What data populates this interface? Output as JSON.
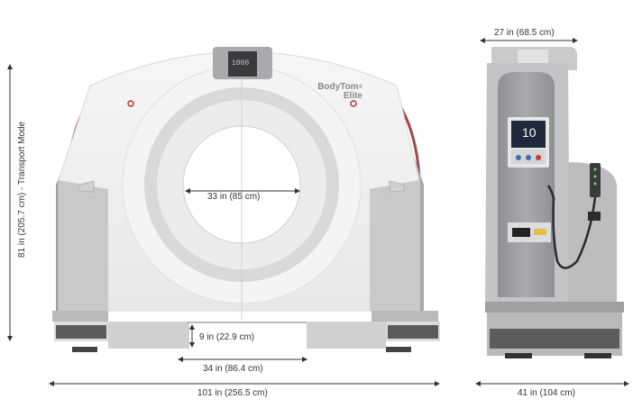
{
  "front_view": {
    "brand_name": "BodyTom",
    "brand_reg": "®",
    "brand_model": "Elite",
    "display_value": "1000",
    "height_dim": "81 in (205.7 cm) - Transport Mode",
    "bore_dim": "33 in (85 cm)",
    "ground_clearance_dim": "9 in (22.9 cm)",
    "base_width_dim": "34 in (86.4 cm)",
    "overall_width_dim": "101 in (256.5 cm)"
  },
  "side_view": {
    "display_value": "10",
    "depth_top_dim": "27 in (68.5 cm)",
    "depth_bottom_dim": "41 in (104 cm)"
  },
  "colors": {
    "body": "#f2f2f2",
    "shell_grey": "#c9cacc",
    "dark_grey": "#58595b",
    "accent_red": "#b03a3a",
    "dimension_line": "#333333"
  }
}
